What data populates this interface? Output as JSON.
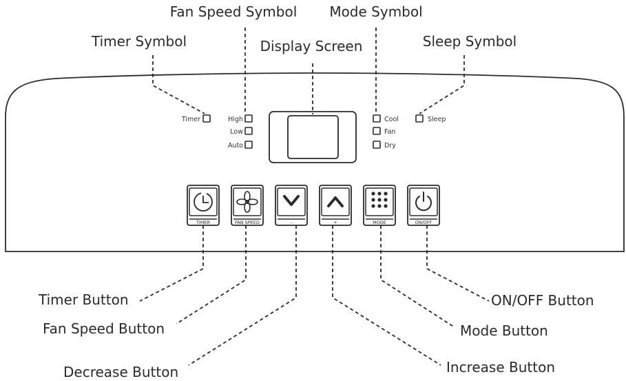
{
  "callouts": {
    "fan_speed_symbol": "Fan Speed Symbol",
    "mode_symbol": "Mode Symbol",
    "timer_symbol": "Timer Symbol",
    "display_screen": "Display Screen",
    "sleep_symbol": "Sleep Symbol",
    "timer_button": "Timer Button",
    "fan_speed_button": "Fan Speed Button",
    "decrease_button": "Decrease Button",
    "increase_button": "Increase Button",
    "mode_button": "Mode Button",
    "onoff_button": "ON/OFF Button"
  },
  "indicators": {
    "timer": "Timer",
    "fan": [
      "High",
      "Low",
      "Auto"
    ],
    "mode": [
      "Cool",
      "Fan",
      "Dry"
    ],
    "sleep": "Sleep"
  },
  "buttons": [
    {
      "label": "TIMER",
      "icon": "clock-icon"
    },
    {
      "label": "FAN SPEED",
      "icon": "fan-icon"
    },
    {
      "label": "–",
      "icon": "chevron-down-icon"
    },
    {
      "label": "+",
      "icon": "chevron-up-icon"
    },
    {
      "label": "MODE",
      "icon": "dot-grid-icon"
    },
    {
      "label": "ON/OFF",
      "icon": "power-icon"
    }
  ]
}
